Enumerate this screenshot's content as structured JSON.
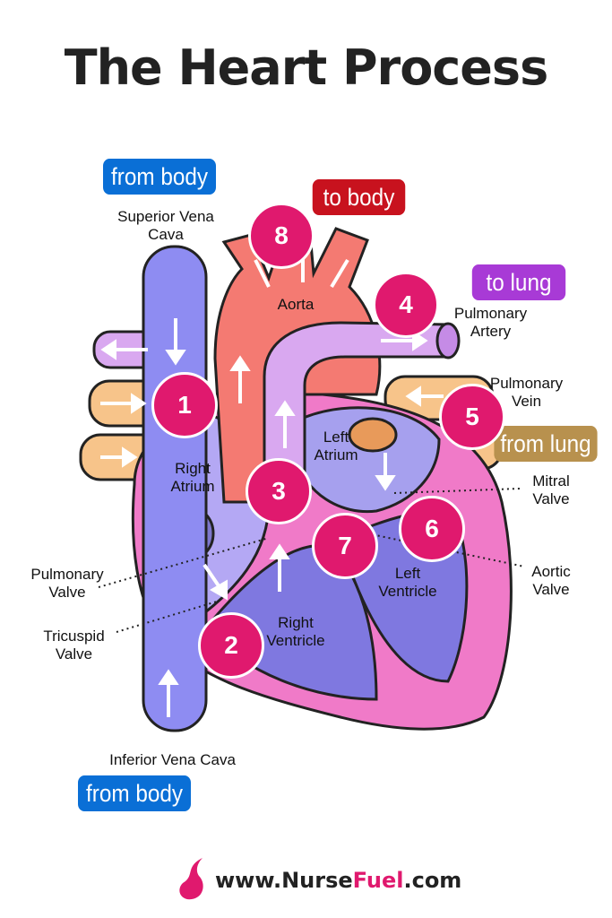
{
  "title": "The Heart Process",
  "badges": {
    "from_body_top": "from body",
    "to_body": "to body",
    "to_lung": "to lung",
    "from_lung": "from lung",
    "from_body_bottom": "from body"
  },
  "colors": {
    "blue": "#0a6fd6",
    "red": "#c8121e",
    "purple": "#a83ad6",
    "tan": "#b8914e",
    "pink": "#e0196e"
  },
  "labels": {
    "svc": "Superior Vena Cava",
    "aorta": "Aorta",
    "pa": "Pulmonary Artery",
    "pv": "Pulmonary Vein",
    "la": "Left Atrium",
    "ra": "Right Atrium",
    "mitral": "Mitral Valve",
    "pulm_valve": "Pulmonary Valve",
    "aortic": "Aortic Valve",
    "lv": "Left Ventricle",
    "rv": "Right Ventricle",
    "tricuspid": "Tricuspid Valve",
    "ivc": "Inferior Vena Cava"
  },
  "steps": [
    "1",
    "2",
    "3",
    "4",
    "5",
    "6",
    "7",
    "8"
  ],
  "footer": {
    "prefix": "www.Nurse",
    "brand": "Fuel",
    "suffix": ".com"
  }
}
